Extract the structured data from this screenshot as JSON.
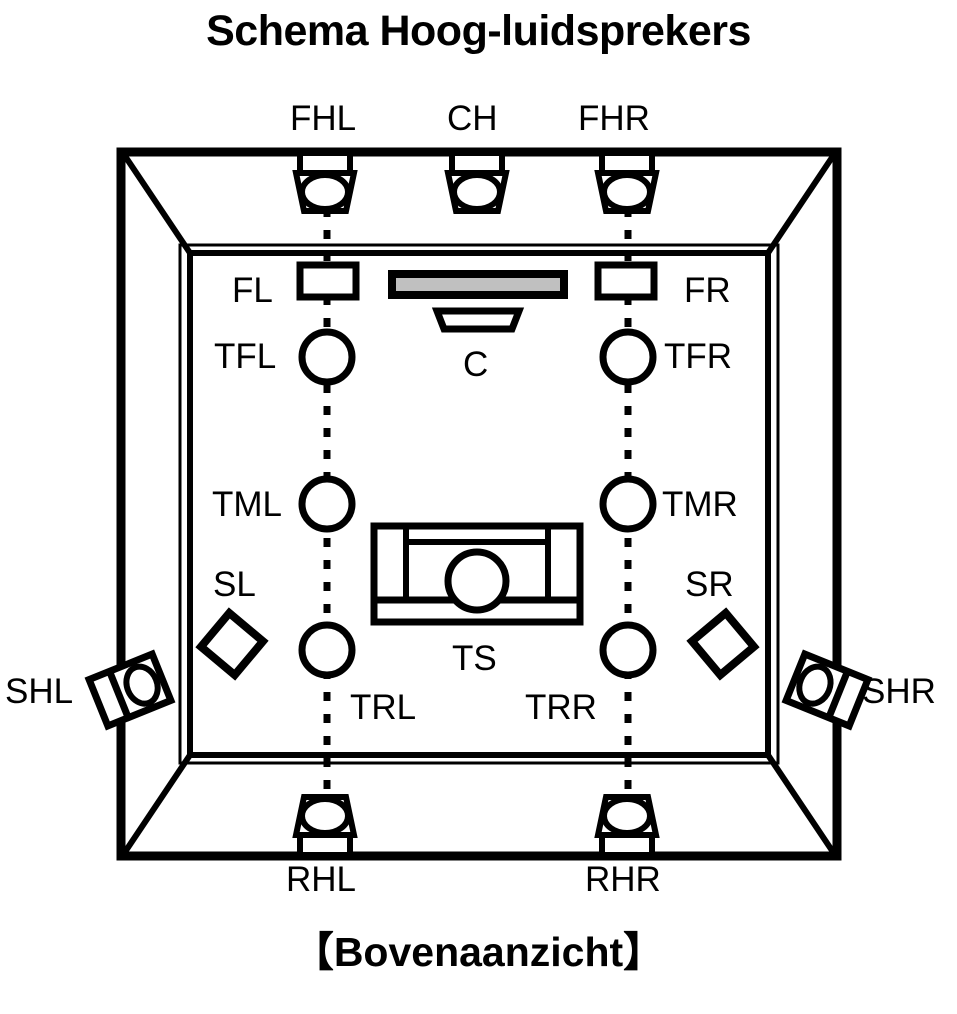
{
  "title": "Schema Hoog-luidsprekers",
  "caption": "【Bovenaanzicht】",
  "colors": {
    "line": "#000000",
    "background": "#ffffff",
    "screen_fill": "#c0c0c0"
  },
  "view": "top-down",
  "labels": {
    "fhl": "FHL",
    "ch": "CH",
    "fhr": "FHR",
    "fl": "FL",
    "fr": "FR",
    "tfl": "TFL",
    "tfr": "TFR",
    "c": "C",
    "tml": "TML",
    "tmr": "TMR",
    "sl": "SL",
    "sr": "SR",
    "shl": "SHL",
    "shr": "SHR",
    "trl": "TRL",
    "trr": "TRR",
    "ts": "TS",
    "rhl": "RHL",
    "rhr": "RHR"
  },
  "speakers": [
    {
      "id": "fhl",
      "label": "FHL",
      "type": "front-height-left",
      "shape": "wall-mounted-trapezoid",
      "wall": "front"
    },
    {
      "id": "ch",
      "label": "CH",
      "type": "center-height",
      "shape": "wall-mounted-trapezoid",
      "wall": "front"
    },
    {
      "id": "fhr",
      "label": "FHR",
      "type": "front-height-right",
      "shape": "wall-mounted-trapezoid",
      "wall": "front"
    },
    {
      "id": "fl",
      "label": "FL",
      "type": "front-left",
      "shape": "rectangle",
      "wall": "front"
    },
    {
      "id": "fr",
      "label": "FR",
      "type": "front-right",
      "shape": "rectangle",
      "wall": "front"
    },
    {
      "id": "c",
      "label": "C",
      "type": "center",
      "shape": "trapezoid",
      "wall": "front"
    },
    {
      "id": "tfl",
      "label": "TFL",
      "type": "top-front-left",
      "shape": "circle",
      "wall": "ceiling"
    },
    {
      "id": "tfr",
      "label": "TFR",
      "type": "top-front-right",
      "shape": "circle",
      "wall": "ceiling"
    },
    {
      "id": "tml",
      "label": "TML",
      "type": "top-middle-left",
      "shape": "circle",
      "wall": "ceiling"
    },
    {
      "id": "tmr",
      "label": "TMR",
      "type": "top-middle-right",
      "shape": "circle",
      "wall": "ceiling"
    },
    {
      "id": "trl",
      "label": "TRL",
      "type": "top-rear-left",
      "shape": "circle",
      "wall": "ceiling"
    },
    {
      "id": "trr",
      "label": "TRR",
      "type": "top-rear-right",
      "shape": "circle",
      "wall": "ceiling"
    },
    {
      "id": "sl",
      "label": "SL",
      "type": "surround-left",
      "shape": "diamond",
      "wall": "left"
    },
    {
      "id": "sr",
      "label": "SR",
      "type": "surround-right",
      "shape": "diamond",
      "wall": "right"
    },
    {
      "id": "shl",
      "label": "SHL",
      "type": "surround-height-left",
      "shape": "tilted-box",
      "wall": "left"
    },
    {
      "id": "shr",
      "label": "SHR",
      "type": "surround-height-right",
      "shape": "tilted-box",
      "wall": "right"
    },
    {
      "id": "rhl",
      "label": "RHL",
      "type": "rear-height-left",
      "shape": "wall-mounted-trapezoid",
      "wall": "rear"
    },
    {
      "id": "rhr",
      "label": "RHR",
      "type": "rear-height-right",
      "shape": "wall-mounted-trapezoid",
      "wall": "rear"
    }
  ],
  "furniture": [
    {
      "id": "screen",
      "label": "",
      "type": "projection-screen"
    },
    {
      "id": "sofa",
      "label": "TS",
      "type": "listening-seat"
    }
  ]
}
